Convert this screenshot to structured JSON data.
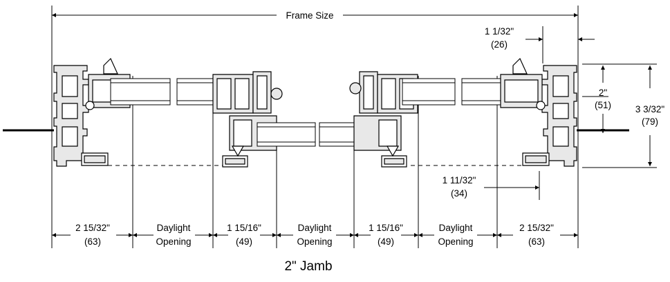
{
  "diagram": {
    "caption": "2\" Jamb",
    "frame_size_label": "Frame Size",
    "top_right_dim": {
      "imperial": "1 1/32\"",
      "metric": "(26)"
    },
    "right_dim_inner": {
      "imperial": "2\"",
      "metric": "(51)"
    },
    "right_dim_outer": {
      "imperial": "3 3/32\"",
      "metric": "(79)"
    },
    "mid_right_dim": {
      "imperial": "1 11/32\"",
      "metric": "(34)"
    },
    "bottom_dims": [
      {
        "imperial": "2 15/32\"",
        "metric": "(63)"
      },
      {
        "line1": "Daylight",
        "line2": "Opening"
      },
      {
        "imperial": "1 15/16\"",
        "metric": "(49)"
      },
      {
        "line1": "Daylight",
        "line2": "Opening"
      },
      {
        "imperial": "1 15/16\"",
        "metric": "(49)"
      },
      {
        "line1": "Daylight",
        "line2": "Opening"
      },
      {
        "imperial": "2 15/32\"",
        "metric": "(63)"
      }
    ],
    "colors": {
      "ink": "#000000",
      "fill": "#e8e8e8",
      "background": "#ffffff"
    }
  }
}
